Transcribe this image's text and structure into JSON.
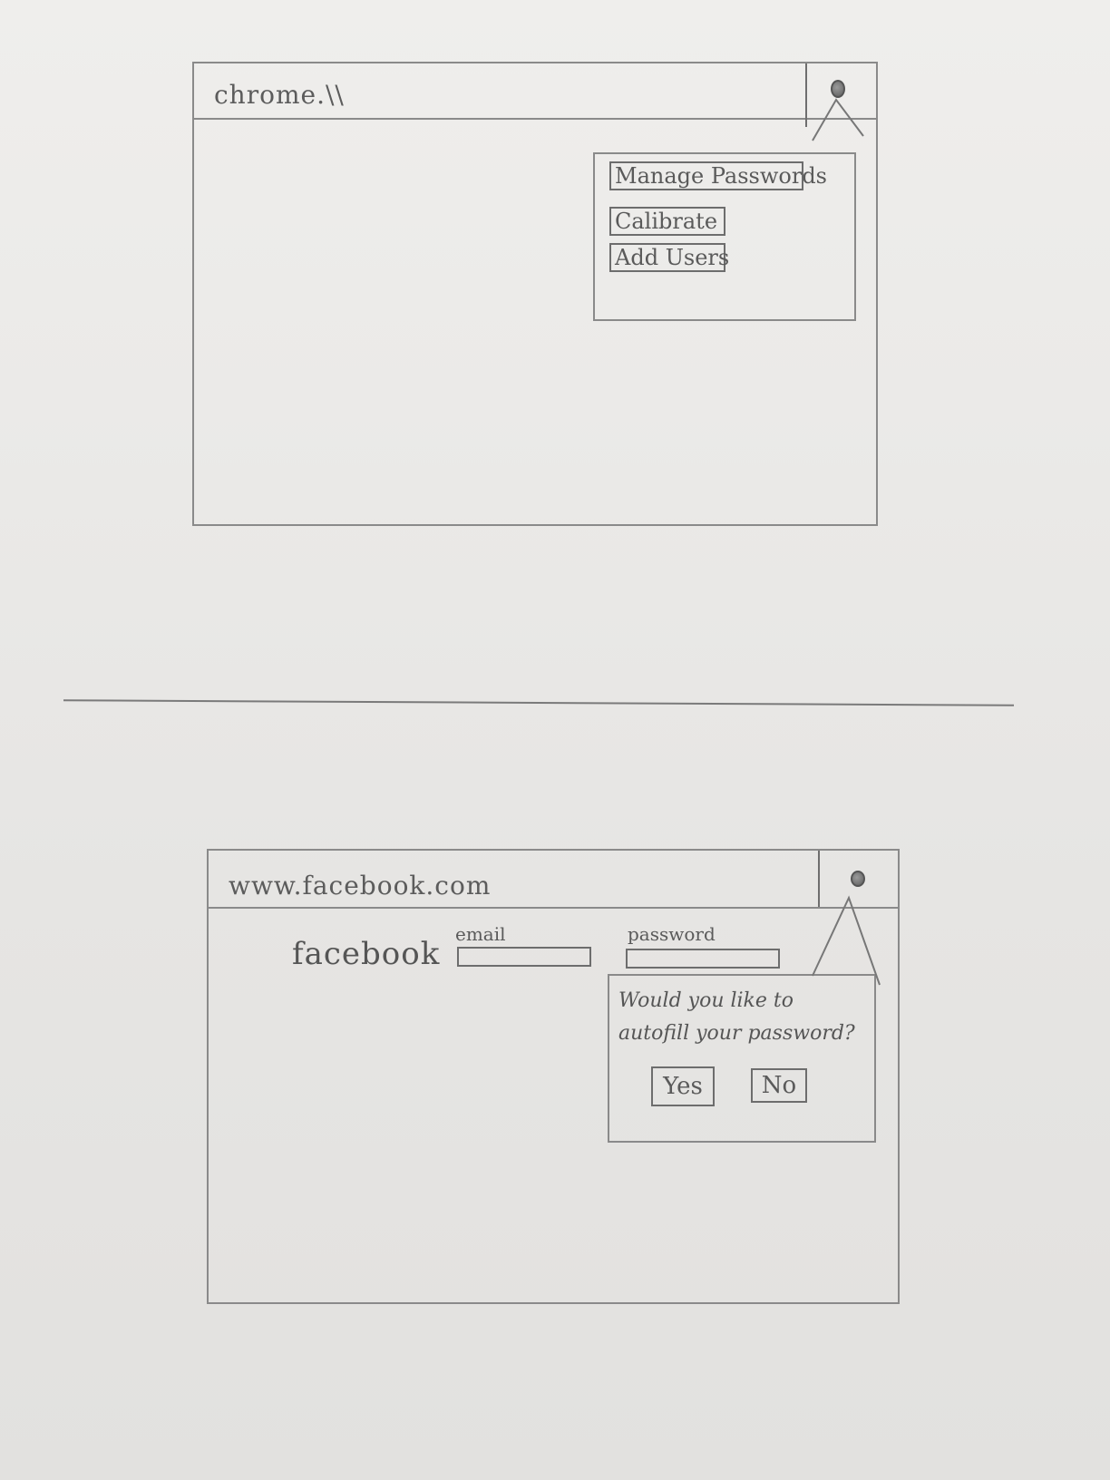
{
  "sketch_top": {
    "address_bar": {
      "text": "chrome.\\\\"
    },
    "extension_icon": "profile-dot-icon",
    "menu": {
      "items": [
        {
          "label": "Manage Passwords"
        },
        {
          "label": "Calibrate"
        },
        {
          "label": "Add Users"
        }
      ]
    }
  },
  "sketch_bottom": {
    "address_bar": {
      "text": "www.facebook.com"
    },
    "extension_icon": "profile-dot-icon",
    "site": {
      "logo": "facebook",
      "email_label": "email",
      "email_value": "",
      "password_label": "password",
      "password_value": ""
    },
    "autofill_prompt": {
      "line1": "Would you like to",
      "line2": "autofill your password?",
      "yes_label": "Yes",
      "no_label": "No"
    }
  },
  "colors": {
    "paper": "#ebeae8",
    "pencil": "#6d6d6d"
  }
}
